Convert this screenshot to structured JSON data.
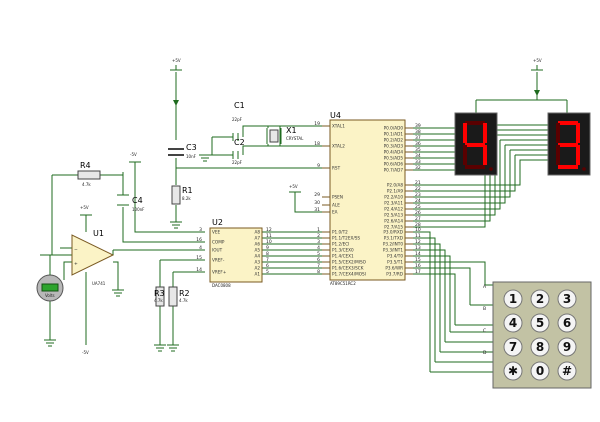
{
  "refs": {
    "u1": "U1",
    "u2": "U2",
    "u4": "U4",
    "r1": "R1",
    "r2": "R2",
    "r3": "R3",
    "r4": "R4",
    "c1": "C1",
    "c2": "C2",
    "c3": "C3",
    "c4": "C4",
    "x1": "X1"
  },
  "values": {
    "u1": "UA741",
    "u2": "DAC0808",
    "u4": "AT89C51RC2",
    "r1": "8.2k",
    "r2": "4.7k",
    "r3": "4.7k",
    "r4": "4.7k",
    "c1": "22pF",
    "c2": "22pF",
    "c3": "10nF",
    "c4": "100nF",
    "x1": "CRYSTAL",
    "meter": "Volts"
  },
  "power": {
    "vcc_c3": "+5V",
    "vcc_7seg": "+5V",
    "vcc_u4": "+5V",
    "vcc_dac": "-5V",
    "vcc_u1": "+5V",
    "vee_u1": "-5V"
  },
  "dac": {
    "left_pins": [
      "VEE",
      "COMP",
      "IOUT",
      "VREF-",
      "VREF+"
    ],
    "left_nums": [
      "3",
      "16",
      "4",
      "15",
      "14"
    ],
    "right_pins": [
      "A8",
      "A7",
      "A6",
      "A5",
      "A4",
      "A3",
      "A2",
      "A1"
    ],
    "right_nums": [
      "12",
      "11",
      "10",
      "9",
      "8",
      "7",
      "6",
      "5"
    ]
  },
  "mcu": {
    "left_pins": [
      "XTAL1",
      "XTAL2",
      "RST",
      "PSEN",
      "ALE",
      "EA",
      "P1.0/T2",
      "P1.1/T2EX/SS",
      "P1.2/ECI",
      "P1.3/CEX0",
      "P1.4/CEX1",
      "P1.5/CEX2/MISO",
      "P1.6/CEX3/SCK",
      "P1.7/CEX4/MOSI"
    ],
    "left_nums": [
      "19",
      "18",
      "9",
      "29",
      "30",
      "31",
      "1",
      "2",
      "3",
      "4",
      "5",
      "6",
      "7",
      "8"
    ],
    "port0_pins": [
      "P0.0/AD0",
      "P0.1/AD1",
      "P0.2/AD2",
      "P0.3/AD3",
      "P0.4/AD4",
      "P0.5/AD5",
      "P0.6/AD6",
      "P0.7/AD7"
    ],
    "port0_nums": [
      "39",
      "38",
      "37",
      "36",
      "35",
      "34",
      "33",
      "32"
    ],
    "port2_pins": [
      "P2.0/A8",
      "P2.1/A9",
      "P2.2/A10",
      "P2.3/A11",
      "P2.4/A12",
      "P2.5/A13",
      "P2.6/A14",
      "P2.7/A15"
    ],
    "port2_nums": [
      "21",
      "22",
      "23",
      "24",
      "25",
      "26",
      "27",
      "28"
    ],
    "port3_pins": [
      "P3.0/RXD",
      "P3.1/TXD",
      "P3.2/INT0",
      "P3.3/INT1",
      "P3.4/T0",
      "P3.5/T1",
      "P3.6/WR",
      "P3.7/RD"
    ],
    "port3_nums": [
      "10",
      "11",
      "12",
      "13",
      "14",
      "15",
      "16",
      "17"
    ]
  },
  "keypad": {
    "rows": [
      "A",
      "B",
      "C",
      "D"
    ],
    "keys": [
      "1",
      "2",
      "3",
      "4",
      "5",
      "6",
      "7",
      "8",
      "9",
      "✱",
      "0",
      "#"
    ]
  },
  "display": {
    "left_digit": "4",
    "right_digit": "3"
  }
}
